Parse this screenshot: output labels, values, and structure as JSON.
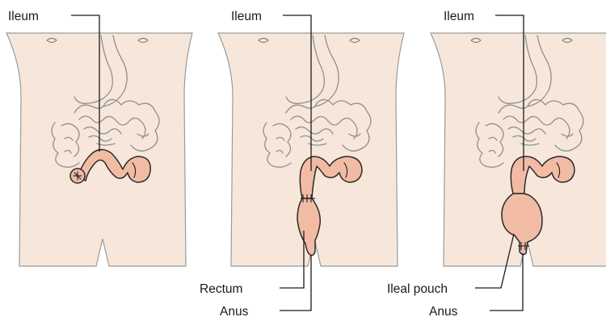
{
  "colors": {
    "skin": "#f7e7da",
    "bowel": "#f2bca4",
    "outline": "#9a9a9a",
    "leader": "#1a1a1a"
  },
  "panels": [
    {
      "labels": {
        "ileum": "Ileum"
      }
    },
    {
      "labels": {
        "ileum": "Ileum",
        "rectum": "Rectum",
        "anus": "Anus"
      }
    },
    {
      "labels": {
        "ileum": "Ileum",
        "pouch": "Ileal pouch",
        "anus": "Anus"
      }
    }
  ]
}
